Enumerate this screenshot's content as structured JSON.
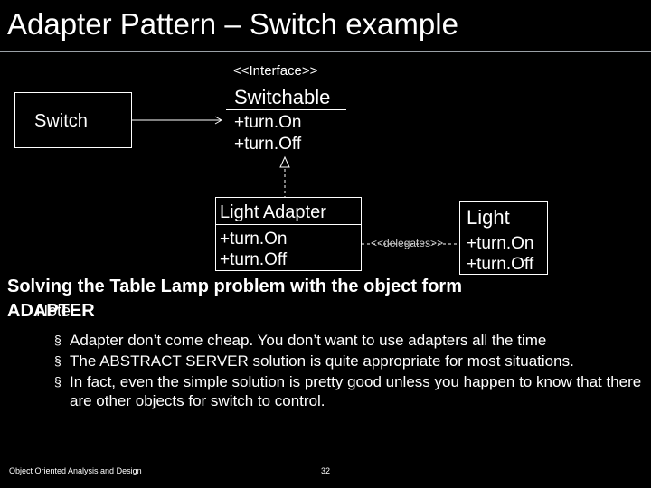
{
  "title": "Adapter Pattern – Switch example",
  "diagram": {
    "switch": {
      "name": "Switch"
    },
    "interface": {
      "stereotype": "<<Interface>>",
      "name": "Switchable",
      "operations": [
        "+turn.On",
        "+turn.Off"
      ]
    },
    "adapter": {
      "name": "Light Adapter",
      "operations": [
        "+turn.On",
        "+turn.Off"
      ]
    },
    "light": {
      "name": "Light",
      "operations": [
        "+turn.On",
        "+turn.Off"
      ]
    },
    "delegates_label": "<<delegates>>"
  },
  "subtitle": {
    "line1": "Solving the Table Lamp problem with the object form",
    "line2": "ADAPTER",
    "note_label": "Note"
  },
  "bullets": [
    "Adapter don’t come cheap. You don’t want to use adapters all the time",
    "The ABSTRACT SERVER solution is quite appropriate for most situations.",
    "In fact, even the simple solution is pretty good unless you happen to know that there are other objects for switch to control."
  ],
  "footer": {
    "course": "Object Oriented Analysis and Design",
    "page": "32"
  }
}
